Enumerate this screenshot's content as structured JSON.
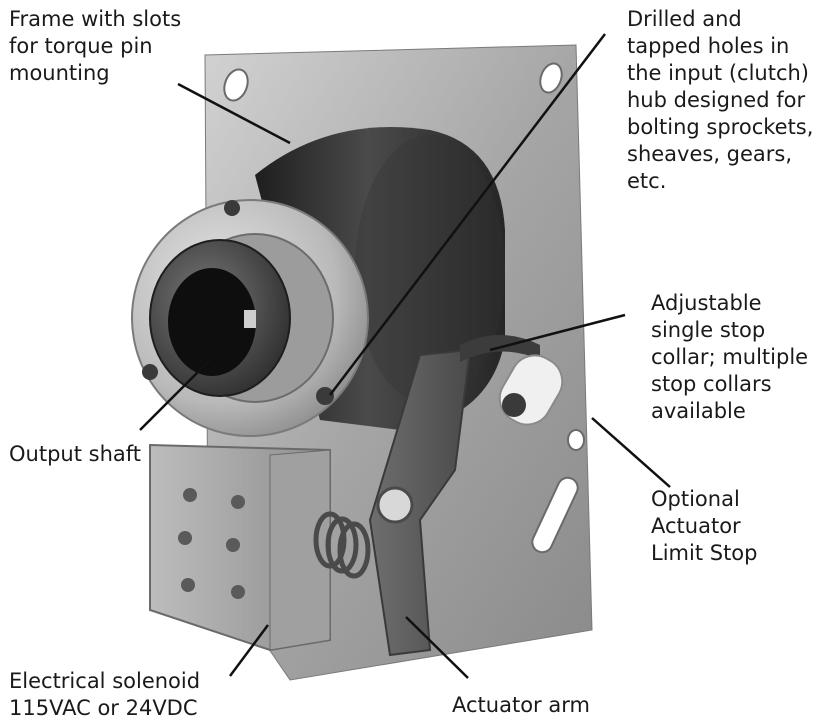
{
  "callouts": {
    "frame": "Frame with slots\nfor torque pin\nmounting",
    "holes": "Drilled and\ntapped holes in\nthe input (clutch)\nhub designed for\nbolting sprockets,\nsheaves, gears,\netc.",
    "stop_collar": "Adjustable\nsingle stop\ncollar; multiple\nstop collars\navailable",
    "output_shaft": "Output shaft",
    "limit_stop": "Optional\nActuator\nLimit Stop",
    "solenoid": "Electrical solenoid\n115VAC or 24VDC",
    "actuator_arm": "Actuator arm"
  },
  "colors": {
    "text": "#1a1a1a",
    "plate": "#a9a9a9",
    "housing_dark": "#2e2e2e",
    "hub_light": "#c8c8c8"
  }
}
